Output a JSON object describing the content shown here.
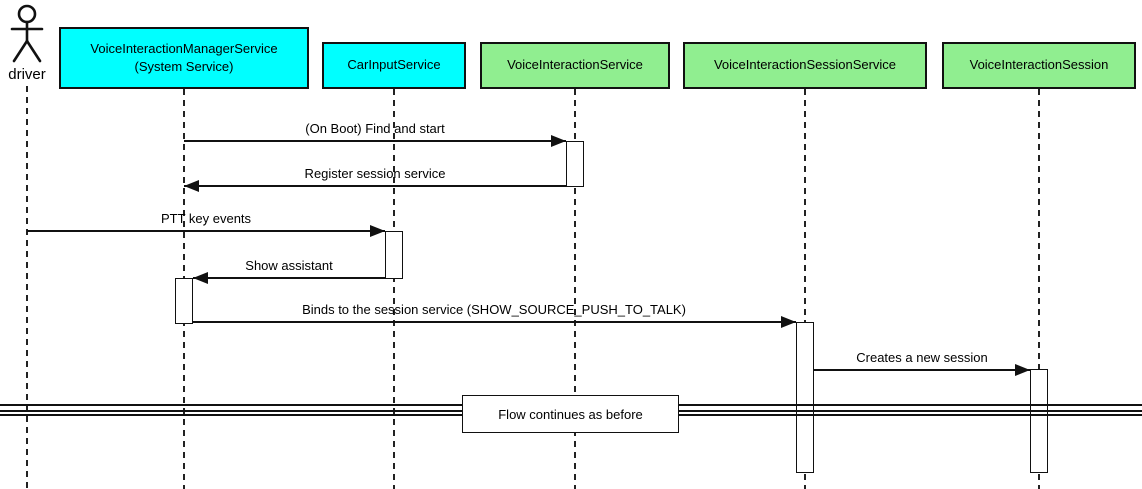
{
  "colors": {
    "system_service_fill": "#00FFFF",
    "framework_service_fill": "#90EE90",
    "line": "#111111",
    "background": "#FFFFFF"
  },
  "diagram": {
    "type": "sequence",
    "actor": {
      "label": "driver"
    },
    "participants": [
      {
        "name": "VoiceInteractionManagerService",
        "subtitle": "(System Service)",
        "color": "#00FFFF"
      },
      {
        "name": "CarInputService",
        "color": "#00FFFF"
      },
      {
        "name": "VoiceInteractionService",
        "color": "#90EE90"
      },
      {
        "name": "VoiceInteractionSessionService",
        "color": "#90EE90"
      },
      {
        "name": "VoiceInteractionSession",
        "color": "#90EE90"
      }
    ],
    "messages": [
      {
        "label": "(On Boot) Find and start",
        "from": "VoiceInteractionManagerService",
        "to": "VoiceInteractionService"
      },
      {
        "label": "Register session service",
        "from": "VoiceInteractionService",
        "to": "VoiceInteractionManagerService"
      },
      {
        "label": "PTT key events",
        "from": "driver",
        "to": "CarInputService"
      },
      {
        "label": "Show assistant",
        "from": "CarInputService",
        "to": "VoiceInteractionManagerService"
      },
      {
        "label": "Binds to the session service (SHOW_SOURCE_PUSH_TO_TALK)",
        "from": "VoiceInteractionManagerService",
        "to": "VoiceInteractionSessionService"
      },
      {
        "label": "Creates a new session",
        "from": "VoiceInteractionSessionService",
        "to": "VoiceInteractionSession"
      }
    ],
    "divider": {
      "label": "Flow continues as before"
    }
  }
}
